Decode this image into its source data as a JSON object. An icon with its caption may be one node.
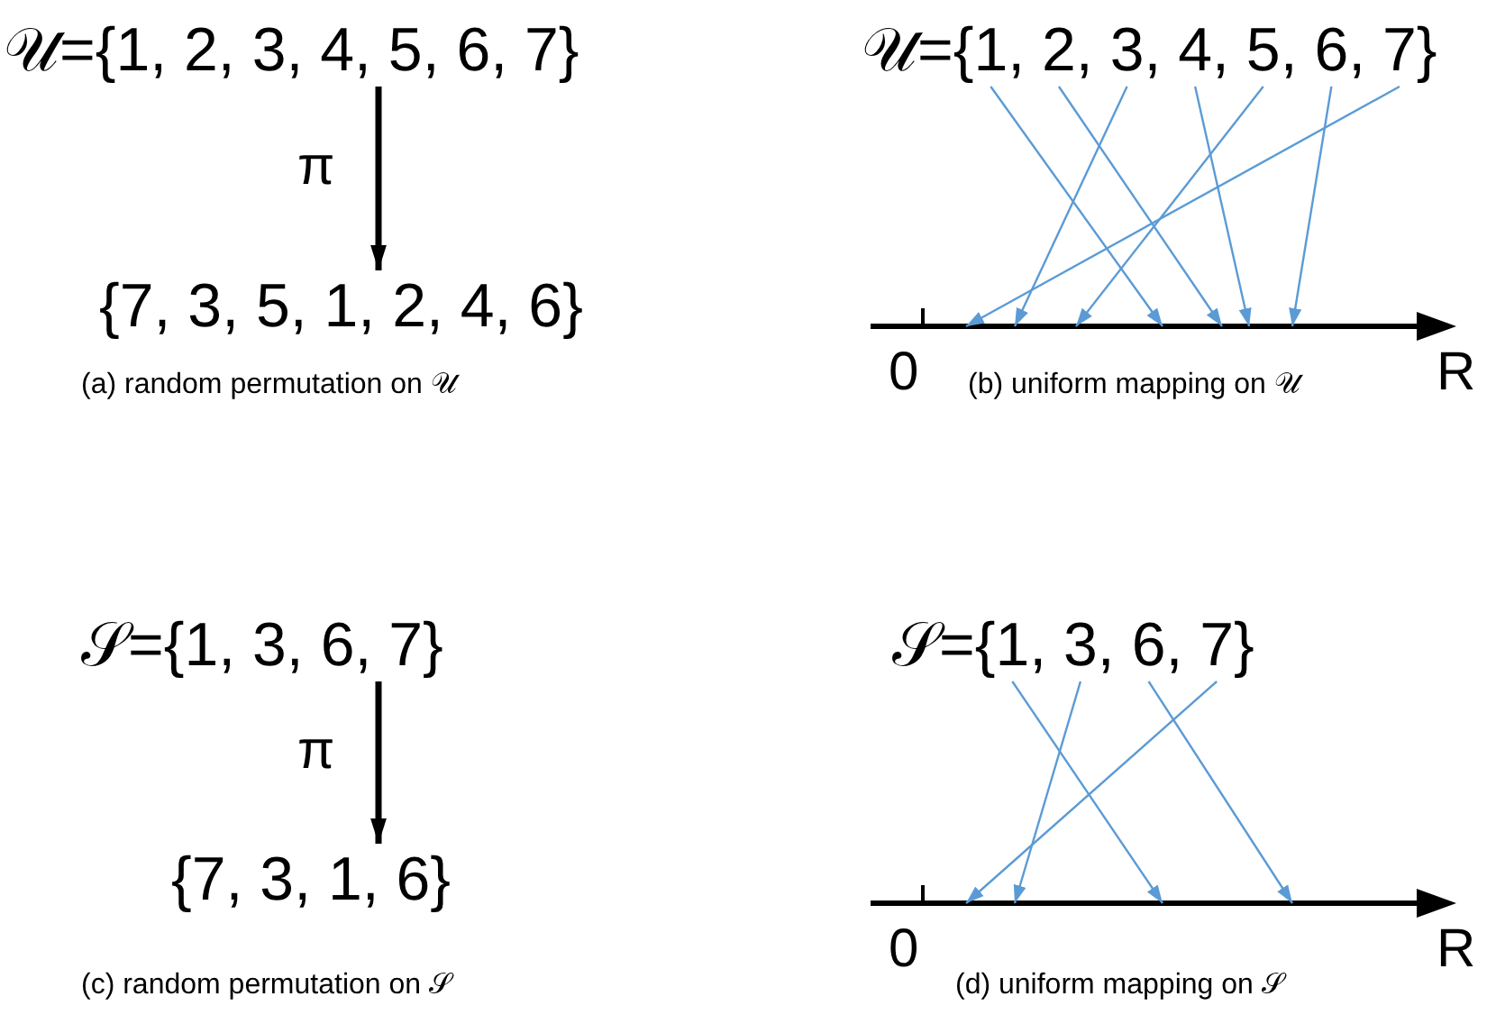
{
  "diagram": {
    "nodes": [
      {
        "text": [
          "𝒰={1, 2, 3, 4, 5, 6, 7}"
        ]
      },
      {
        "text": [
          "{7, 3, 5, 1, 2, 4, 6}"
        ]
      },
      {
        "text": [
          "𝒰={1, 2, 3, 4, 5, 6, 7}"
        ]
      },
      {
        "text": [
          "𝒮={1, 3, 6, 7}"
        ]
      },
      {
        "text": [
          "{7, 3, 1, 6}"
        ]
      },
      {
        "text": [
          "𝒮={1, 3, 6, 7}"
        ]
      }
    ],
    "edges": [
      {
        "from": 0,
        "to": 1,
        "arrow": "to",
        "label": "π",
        "style": "thick",
        "color": "#000000"
      },
      {
        "from": 2,
        "to": null,
        "arrow": "to"
      },
      {
        "from": 2,
        "to": null,
        "arrow": "to"
      },
      {
        "from": 2,
        "to": null,
        "arrow": "to"
      },
      {
        "from": 2,
        "to": null,
        "arrow": "to"
      },
      {
        "from": 2,
        "to": null,
        "arrow": "to"
      },
      {
        "from": 2,
        "to": null,
        "arrow": "to"
      },
      {
        "from": 2,
        "to": null,
        "arrow": "to"
      },
      {
        "from": 3,
        "to": 4,
        "arrow": "to",
        "label": "π",
        "style": "thick",
        "color": "#000000"
      },
      {
        "from": 5,
        "to": null,
        "arrow": "to"
      },
      {
        "from": 5,
        "to": null,
        "arrow": "to"
      },
      {
        "from": 5,
        "to": null,
        "arrow": "to"
      },
      {
        "from": 5,
        "to": null,
        "arrow": "to"
      }
    ],
    "labels": [
      "(a) random permutation on 𝒰",
      "0",
      "(b) uniform mapping on 𝒰",
      "R",
      "(c) random permutation on 𝒮",
      "0",
      "(d) uniform mapping on 𝒮",
      "R"
    ]
  }
}
